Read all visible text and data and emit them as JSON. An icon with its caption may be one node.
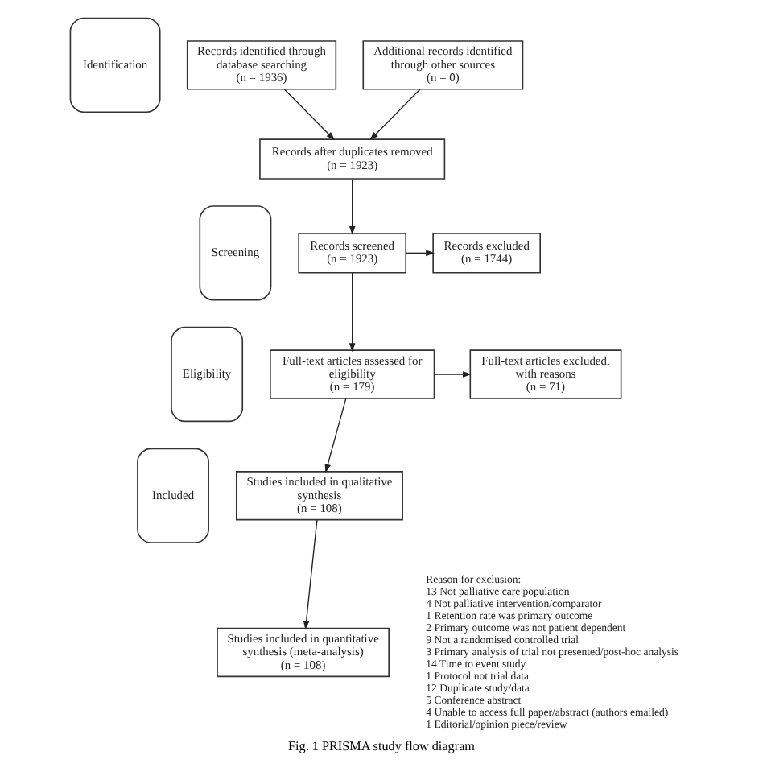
{
  "diagram": {
    "caption": "Fig. 1 PRISMA study flow diagram",
    "nodes": [
      {
        "text": [
          "Identification"
        ]
      },
      {
        "text": [
          "Screening"
        ]
      },
      {
        "text": [
          "Eligibility"
        ]
      },
      {
        "text": [
          "Included"
        ]
      },
      {
        "text": [
          "Records identified through database searching",
          "(n = 1936)"
        ]
      },
      {
        "text": [
          "Additional records identified through other sources",
          "(n = 0)"
        ]
      },
      {
        "text": [
          "Records after duplicates removed",
          "(n = 1923)"
        ]
      },
      {
        "text": [
          "Records screened",
          "(n = 1923)"
        ]
      },
      {
        "text": [
          "Records excluded",
          "(n = 1744)"
        ]
      },
      {
        "text": [
          "Full-text articles assessed for eligibility",
          "(n = 179)"
        ]
      },
      {
        "text": [
          "Full-text articles excluded, with reasons",
          "(n = 71)"
        ]
      },
      {
        "text": [
          "Studies included in qualitative synthesis",
          "(n = 108)"
        ]
      },
      {
        "text": [
          "Studies included in quantitative synthesis (meta-analysis)",
          "(n = 108)"
        ]
      }
    ],
    "edges": [
      {
        "from": 4,
        "to": 6,
        "arrow": "to"
      },
      {
        "from": 5,
        "to": 6,
        "arrow": "to"
      },
      {
        "from": 6,
        "to": 7,
        "arrow": "to"
      },
      {
        "from": 7,
        "to": 8,
        "arrow": "to"
      },
      {
        "from": 7,
        "to": 9,
        "arrow": "to"
      },
      {
        "from": 9,
        "to": 10,
        "arrow": "to"
      },
      {
        "from": 9,
        "to": 11,
        "arrow": "to"
      },
      {
        "from": 11,
        "to": 12,
        "arrow": "to"
      }
    ],
    "labels": [
      "Reason for exclusion:",
      "13 Not palliative care population",
      "4 Not palliative intervention/comparator",
      "1 Retention rate was primary outcome",
      "2 Primary outcome was not patient dependent",
      "9 Not a randomised controlled trial",
      "3 Primary analysis of trial not presented/post-hoc analysis",
      "14 Time to event study",
      "1 Protocol not trial data",
      "12 Duplicate study/data",
      "5 Conference abstract",
      "4 Unable to access full paper/abstract (authors emailed)",
      "1 Editorial/opinion piece/review"
    ]
  }
}
